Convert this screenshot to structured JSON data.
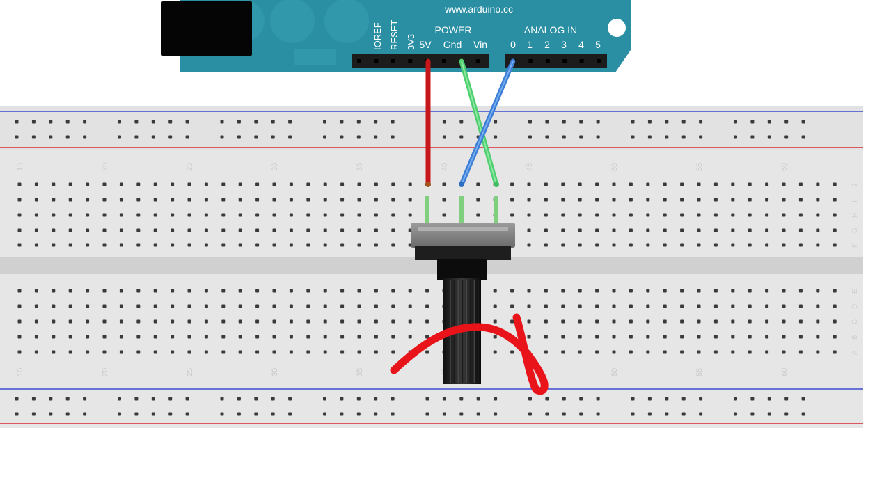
{
  "arduino": {
    "website": "www.arduino.cc",
    "power_header": "POWER",
    "analog_header": "ANALOG IN",
    "power_pins": [
      "IOREF",
      "RESET",
      "3V3",
      "5V",
      "Gnd",
      "Vin"
    ],
    "analog_pins": [
      "0",
      "1",
      "2",
      "3",
      "4",
      "5"
    ],
    "board_color": "#2a8fa3"
  },
  "breadboard": {
    "column_numbers": [
      "15",
      "20",
      "25",
      "30",
      "35",
      "40",
      "45",
      "50",
      "55",
      "60"
    ],
    "upper_row_letters": [
      "J",
      "I",
      "H",
      "G",
      "F"
    ],
    "lower_row_letters": [
      "E",
      "D",
      "C",
      "B",
      "A"
    ],
    "rail_colors": {
      "negative": "#3b4bd0",
      "positive": "#d9272e"
    }
  },
  "wires": [
    {
      "name": "5V to pin",
      "color": "#c8161d"
    },
    {
      "name": "Gnd to pin",
      "color": "#4ecf6e"
    },
    {
      "name": "A0 to wiper",
      "color": "#3d7fd6"
    }
  ],
  "annotation": {
    "color": "#e8141a"
  },
  "component": {
    "name": "potentiometer"
  }
}
